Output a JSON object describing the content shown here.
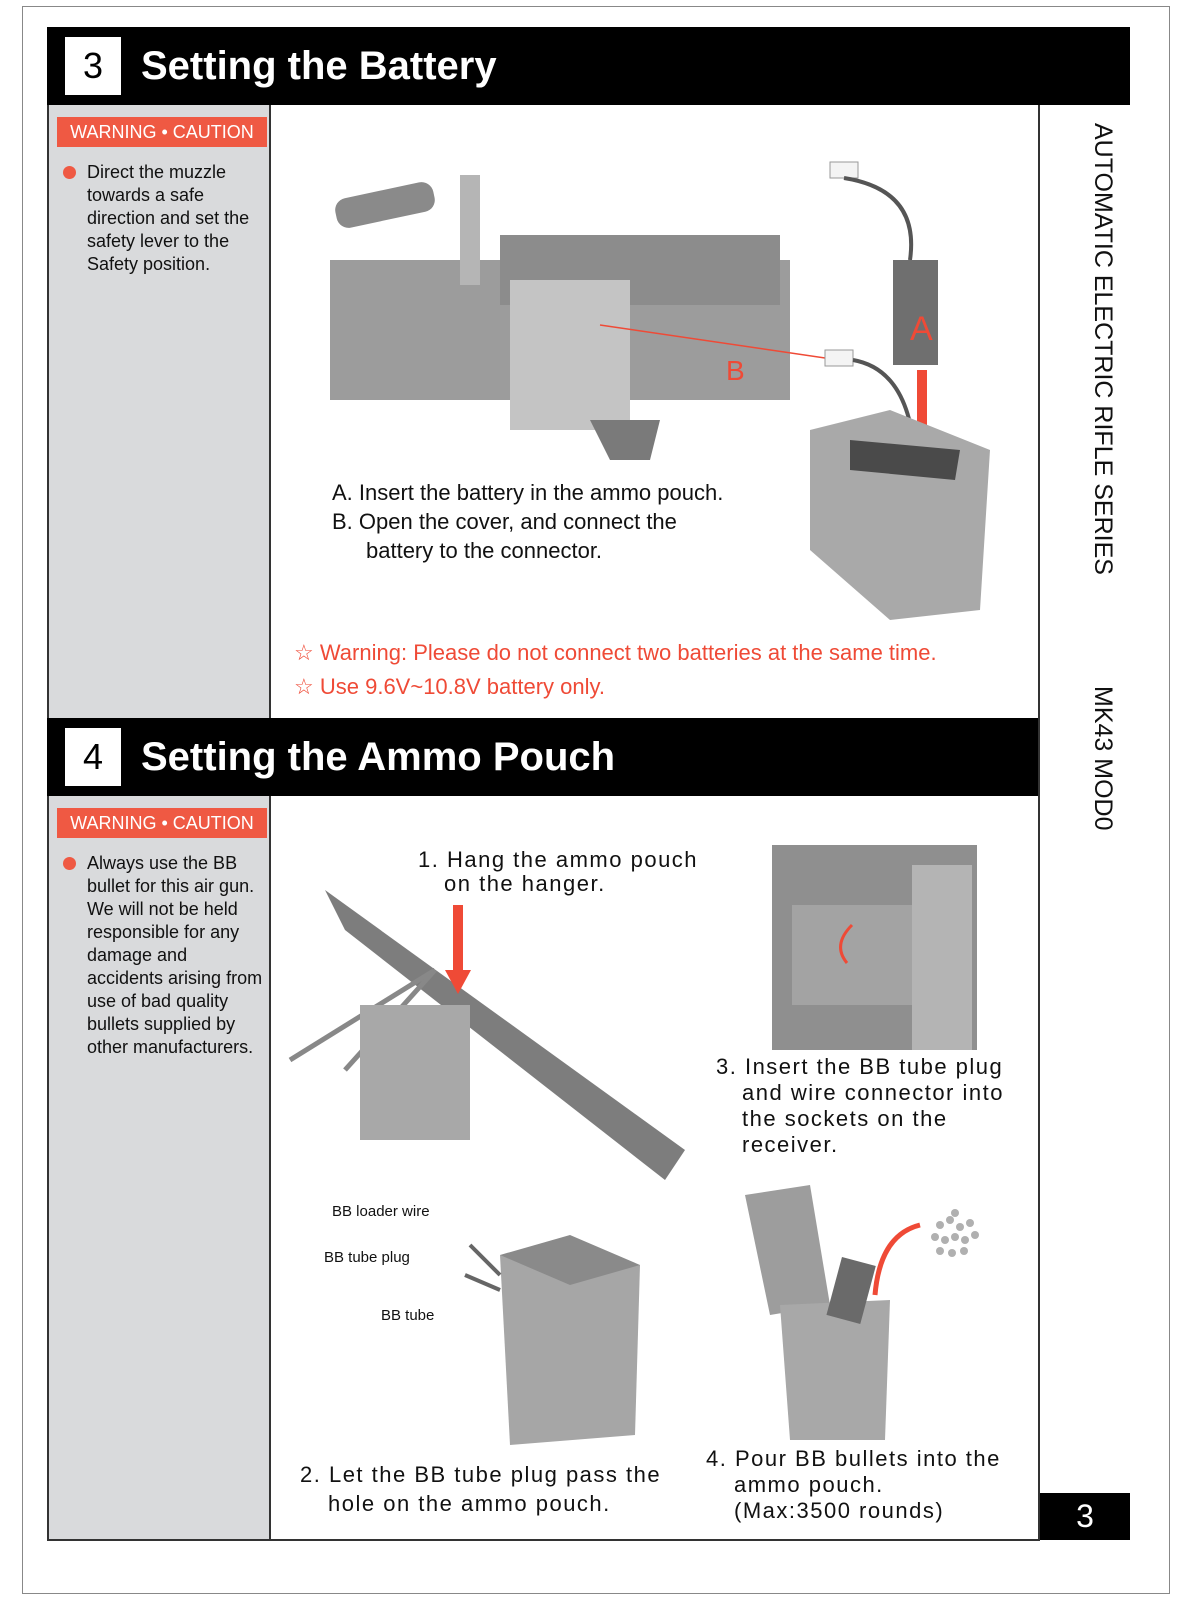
{
  "section3": {
    "number": "3",
    "title": "Setting the Battery",
    "warning_label": "WARNING • CAUTION",
    "warning_text": "Direct the muzzle towards a safe direction and set the safety lever to the Safety position.",
    "callout_a": "A",
    "callout_b": "B",
    "step_a": "A. Insert the battery in the ammo pouch.",
    "step_b_line1": "B. Open the cover, and connect the",
    "step_b_line2": "battery to the connector.",
    "note1": "Warning: Please do not connect two batteries at the same time.",
    "note2": "Use 9.6V~10.8V battery only.",
    "star": "☆"
  },
  "section4": {
    "number": "4",
    "title": "Setting the Ammo Pouch",
    "warning_label": "WARNING • CAUTION",
    "warning_text": "Always use the BB bullet for this air gun. We will not be held responsible for any damage and accidents arising from use of bad quality bullets supplied by other manufacturers.",
    "step1_line1": "1. Hang the ammo pouch",
    "step1_line2": "on the hanger.",
    "step2_line1": "2. Let the BB tube plug pass the",
    "step2_line2": "hole on the ammo pouch.",
    "step3_line1": "3. Insert the BB tube plug",
    "step3_line2": "and wire connector into",
    "step3_line3": "the sockets on the",
    "step3_line4": "receiver.",
    "step4_line1": "4. Pour BB bullets into the",
    "step4_line2": "ammo pouch.",
    "step4_line3": "(Max:3500 rounds)",
    "label_loader_wire": "BB loader wire",
    "label_tube_plug": "BB tube plug",
    "label_tube": "BB tube"
  },
  "sidebar": {
    "series": "AUTOMATIC ELECTRIC RIFLE SERIES",
    "model": "MK43 MOD0"
  },
  "page_number": "3",
  "colors": {
    "accent": "#ef5943",
    "panel": "#d9dadc"
  }
}
